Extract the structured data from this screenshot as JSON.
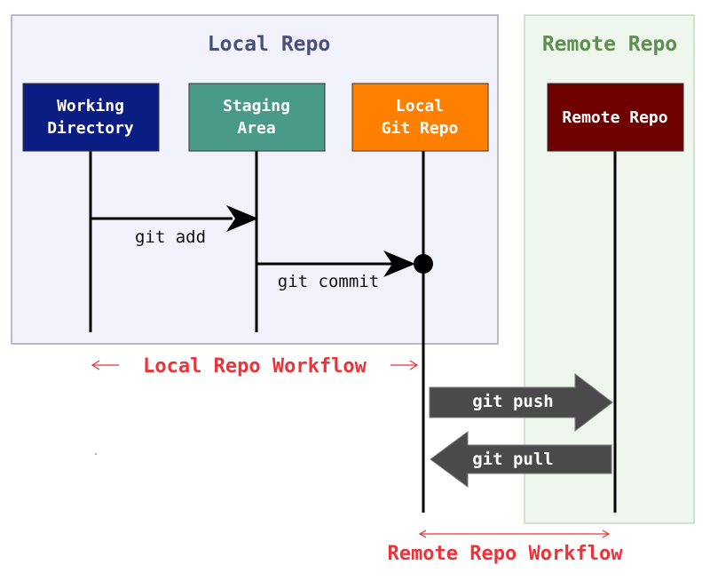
{
  "panels": {
    "local": {
      "title": "Local Repo"
    },
    "remote": {
      "title": "Remote Repo"
    }
  },
  "boxes": {
    "working_directory": {
      "line1": "Working",
      "line2": "Directory"
    },
    "staging_area": {
      "line1": "Staging",
      "line2": "Area"
    },
    "local_git_repo": {
      "line1": "Local",
      "line2": "Git Repo"
    },
    "remote_repo": {
      "label": "Remote Repo"
    }
  },
  "commands": {
    "add": "git add",
    "commit": "git commit",
    "push": "git push",
    "pull": "git pull"
  },
  "workflows": {
    "local": "Local Repo Workflow",
    "remote": "Remote Repo Workflow"
  },
  "colors": {
    "local_panel_bg": "#f2f2fc",
    "local_panel_border": "#a6a6be",
    "local_title": "#4a4f7a",
    "remote_panel_bg": "#eef6ee",
    "remote_panel_border": "#c4dcc4",
    "remote_title": "#5e8f4e",
    "working_directory": "#0a1d82",
    "staging_area": "#4a9a8a",
    "local_git_repo": "#ff8000",
    "remote_repo": "#6e0000",
    "workflow_label": "#e8343a",
    "push_pull_arrow": "#4a4a4a"
  }
}
